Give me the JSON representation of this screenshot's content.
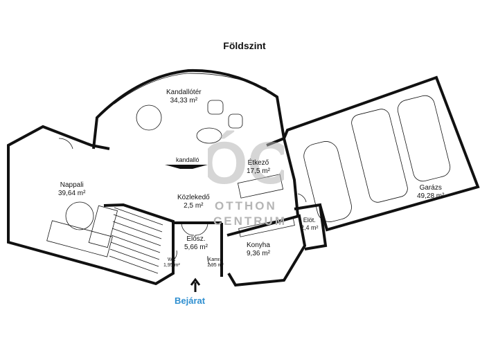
{
  "title": "Földszint",
  "entrance_label": "Bejárat",
  "fireplace_label": "kandalló",
  "watermark": {
    "line1": "OTTHON",
    "line2": "CENTRUM",
    "mark": "ÓC"
  },
  "rooms": {
    "kandallo": {
      "name": "Kandallótér",
      "area": "34,33 m²"
    },
    "etkezo": {
      "name": "Étkező",
      "area": "17,5 m²"
    },
    "nappali": {
      "name": "Nappali",
      "area": "39,64 m²"
    },
    "kozlekedo": {
      "name": "Közlekedő",
      "area": "2,5 m²"
    },
    "eloszoba": {
      "name": "Elősz.",
      "area": "5,66 m²"
    },
    "wc": {
      "name": "WC",
      "area": "1,95 m²"
    },
    "kamra": {
      "name": "Kamra",
      "area": "1,95 m²"
    },
    "konyha": {
      "name": "Konyha",
      "area": "9,36 m²"
    },
    "elot": {
      "name": "Elöt.",
      "area": "2,4 m²"
    },
    "garazs": {
      "name": "Garázs",
      "area": "49,28 m²"
    }
  },
  "colors": {
    "wall": "#111111",
    "entrance": "#2f8fd0",
    "watermark": "#b5b5b5"
  }
}
